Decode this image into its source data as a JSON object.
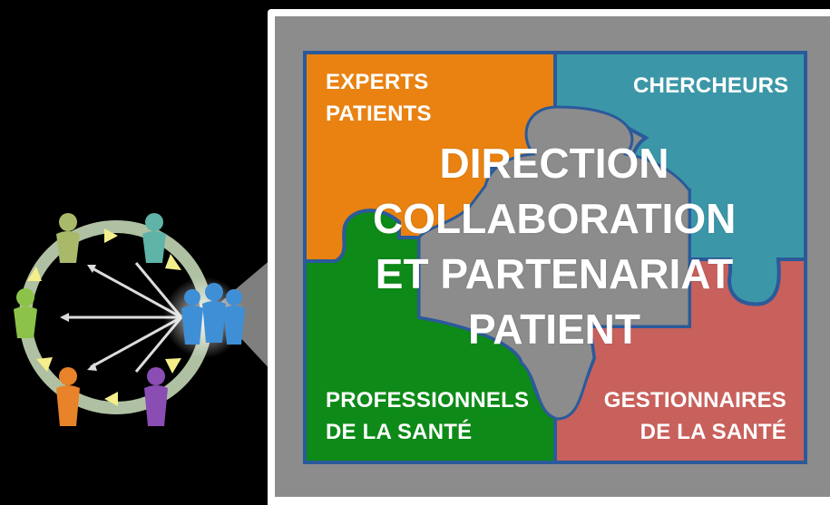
{
  "cycle": {
    "figures": [
      {
        "name": "figure-olive",
        "color": "#a9b96a"
      },
      {
        "name": "figure-teal",
        "color": "#5fb3a7"
      },
      {
        "name": "figure-green",
        "color": "#8dc24a"
      },
      {
        "name": "figure-orange",
        "color": "#e8832a"
      },
      {
        "name": "figure-purple",
        "color": "#8a4db3"
      },
      {
        "name": "figure-blue-group",
        "color": "#3f8fd6"
      }
    ]
  },
  "quadrants": {
    "top_left": {
      "lines": [
        "EXPERTS",
        "PATIENTS"
      ],
      "color": "#e98211"
    },
    "top_right": {
      "lines": [
        "CHERCHEURS"
      ],
      "color": "#3b97a8"
    },
    "bottom_left": {
      "lines": [
        "PROFESSIONNELS",
        "DE LA SANTÉ"
      ],
      "color": "#0d8a18"
    },
    "bottom_right": {
      "lines": [
        "GESTIONNAIRES",
        "DE LA SANTÉ"
      ],
      "color": "#c8605c"
    }
  },
  "center": {
    "lines": [
      "DIRECTION",
      "COLLABORATION",
      "ET PARTENARIAT",
      "PATIENT"
    ],
    "color": "#8c8c8c"
  },
  "border_color": "#2b5a9a"
}
